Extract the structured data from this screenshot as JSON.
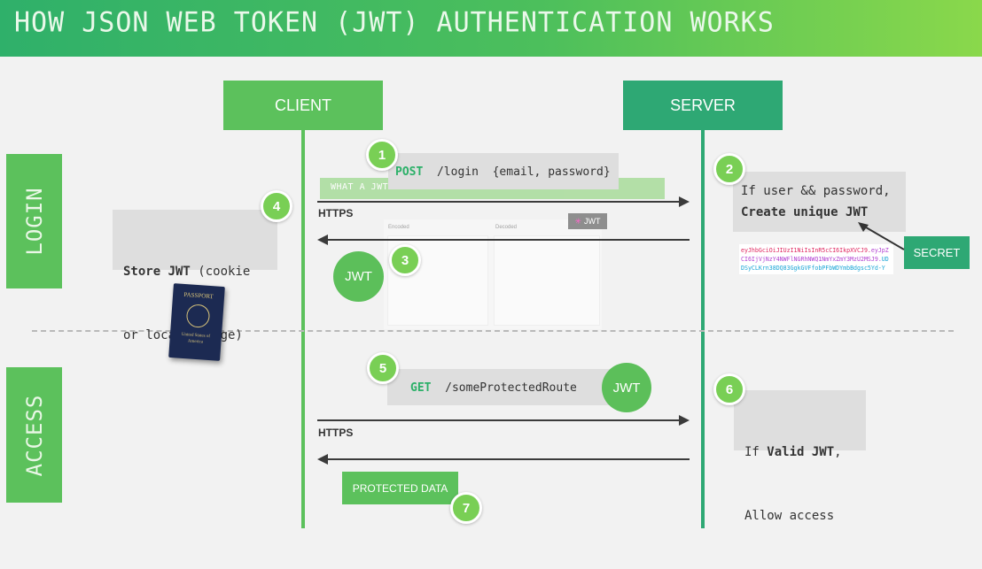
{
  "title": "HOW JSON WEB TOKEN (JWT) AUTHENTICATION WORKS",
  "sections": {
    "login": "LOGIN",
    "access": "ACCESS"
  },
  "actors": {
    "client": "CLIENT",
    "server": "SERVER"
  },
  "https": [
    "HTTPS",
    "HTTPS"
  ],
  "steps": [
    "1",
    "2",
    "3",
    "4",
    "5",
    "6",
    "7"
  ],
  "step1": {
    "method": "POST",
    "route": "/login",
    "body": "{email, password}"
  },
  "step2": {
    "line1": "If user && password,",
    "line2": "Create unique JWT"
  },
  "step4": {
    "bold": "Store JWT",
    "rest1": " (cookie",
    "line2": "or localStorage)"
  },
  "step5": {
    "method": "GET",
    "route": "/someProtectedRoute"
  },
  "step6": {
    "prefix": "If ",
    "bold": "Valid JWT",
    "suffix": ",",
    "line2": "Allow access"
  },
  "step7": "PROTECTED DATA",
  "jwt_badge": "JWT",
  "secret": "SECRET",
  "jwt_example": {
    "banner": "WHAT A JWT LOOKS LIKE",
    "logo": "JWT",
    "encoded_label": "Encoded",
    "decoded_label": "Decoded"
  },
  "token": {
    "header": "eyJhbGciOiJIUzI1NiIsInR5cCI6IkpXVCJ9.",
    "payload": "eyJpZCI6IjVjNzY4NWFlNGRhNWQ1NmYxZmY3MzU2MSJ9.",
    "signature": "UDDSyCLKrn38DQ83GgkGVFfobPFbWDYmbBdgsc5Yd-Y"
  },
  "colors": {
    "client": "#5cc15c",
    "server": "#2ea874",
    "circle": "#79cf55",
    "jwt": "#5cbf5a"
  },
  "icons": {
    "passport": "passport-icon",
    "jwt_logo": "jwt-logo-icon"
  },
  "passport": {
    "title": "PASSPORT",
    "country": "United States of America"
  }
}
